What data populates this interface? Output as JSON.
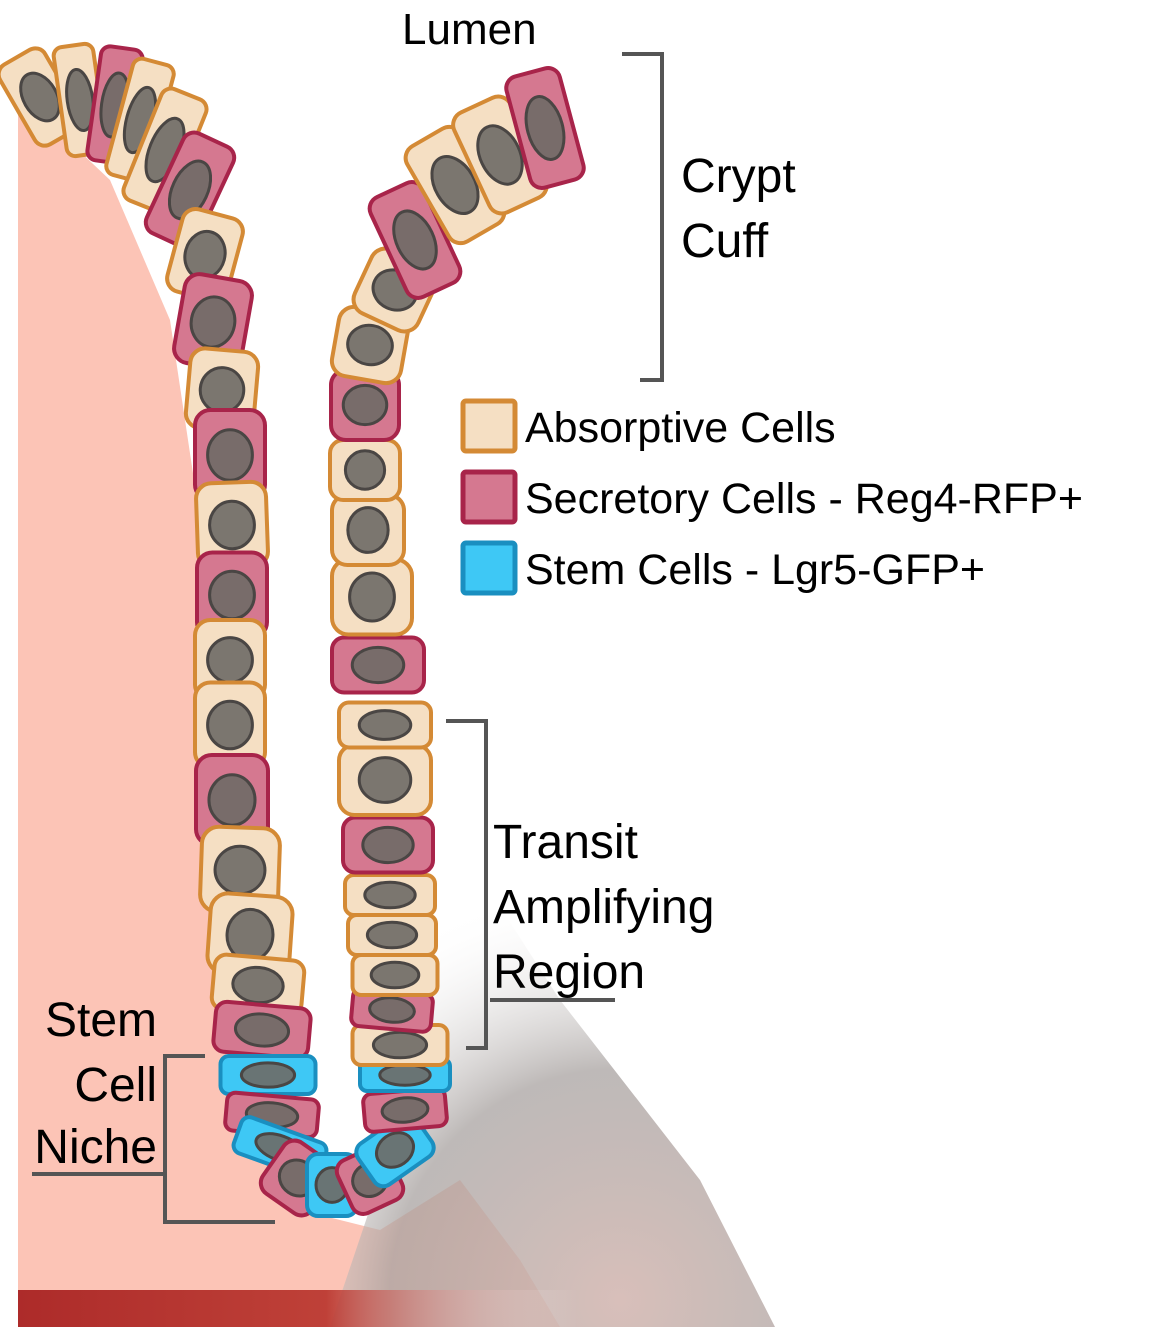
{
  "labels": {
    "lumen": "Lumen",
    "crypt_cuff": [
      "Crypt",
      "Cuff"
    ],
    "transit_amplifying": [
      "Transit",
      "Amplifying",
      "Region"
    ],
    "stem_cell_niche": [
      "Stem",
      "Cell",
      "Niche"
    ]
  },
  "legend": [
    {
      "label": "Absorptive Cells",
      "fill": "#f5dfc3",
      "stroke": "#d48a35"
    },
    {
      "label": "Secretory Cells - Reg4-RFP+",
      "fill": "#d57890",
      "stroke": "#a8244a"
    },
    {
      "label": "Stem Cells - Lgr5-GFP+",
      "fill": "#3ec8f5",
      "stroke": "#1a8fc0"
    }
  ],
  "colors": {
    "tissue": "#fcc4b6",
    "bottom_band": "#a41a1a",
    "nucleus_fill": "#6e6a66",
    "nucleus_stroke": "#4a4644",
    "bracket": "#555555"
  }
}
